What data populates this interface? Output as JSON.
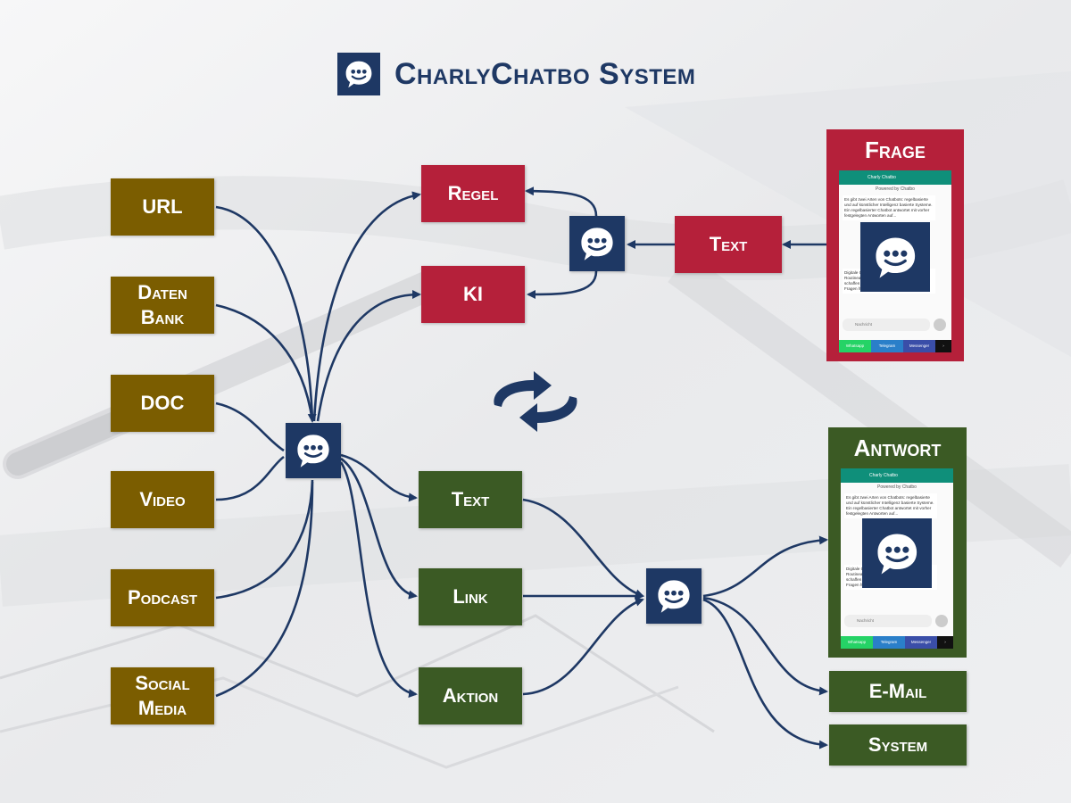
{
  "title": "CharlyChatbo System",
  "colors": {
    "navy": "#1e3864",
    "source_box": "#7b5d00",
    "red_box": "#b5203a",
    "green_box": "#3b5a24"
  },
  "sources": [
    {
      "id": "url",
      "label": "URL"
    },
    {
      "id": "datenbank",
      "label": "Daten Bank"
    },
    {
      "id": "doc",
      "label": "DOC"
    },
    {
      "id": "video",
      "label": "Video"
    },
    {
      "id": "podcast",
      "label": "Podcast"
    },
    {
      "id": "socialmedia",
      "label": "Social Media"
    }
  ],
  "processing": [
    {
      "id": "regel",
      "label": "Regel"
    },
    {
      "id": "ki",
      "label": "KI"
    },
    {
      "id": "text_in",
      "label": "Text"
    }
  ],
  "outputs_mid": [
    {
      "id": "text_out",
      "label": "Text"
    },
    {
      "id": "link",
      "label": "Link"
    },
    {
      "id": "aktion",
      "label": "Aktion"
    }
  ],
  "outputs_right": [
    {
      "id": "email",
      "label": "E-Mail"
    },
    {
      "id": "system",
      "label": "System"
    }
  ],
  "frage_panel": {
    "title": "Frage",
    "chat_name": "Charly Chatbo",
    "powered": "Powered by Chatbo",
    "message": "Es gibt zwei Arten von Chatbots: regelbasierte und auf künstlicher Intelligenz basierte Systeme. Ein regelbasierter Chatbot antwortet mit vorher festgelegten Antworten auf...",
    "message2": "Digitale Commerce ... Nutzer. Sie können viel Routinearbeit abnehmen. Verlässlichkeit schaffen und für den Kunden da sein, wenn er Fragen hat, unabhängig von der...",
    "input_placeholder": "Nachricht",
    "tabs": [
      "Whatsapp",
      "Telegram",
      "Messenger",
      "›"
    ]
  },
  "antwort_panel": {
    "title": "Antwort",
    "chat_name": "Charly Chatbo",
    "powered": "Powered by Chatbo",
    "message": "Es gibt zwei Arten von Chatbots: regelbasierte und auf künstlicher Intelligenz basierte Systeme. Ein regelbasierter Chatbot antwortet mit vorher festgelegten Antworten auf...",
    "message2": "Digitale Commerce ... Nutzer. Sie können viel Routinearbeit abnehmen. Verlässlichkeit schaffen und für den Kunden da sein, wenn er Fragen hat, unabhängig von der...",
    "input_placeholder": "Nachricht",
    "tabs": [
      "Whatsapp",
      "Telegram",
      "Messenger",
      "›"
    ]
  },
  "icons": [
    "chatbot-logo-icon",
    "sync-cycle-icon"
  ]
}
